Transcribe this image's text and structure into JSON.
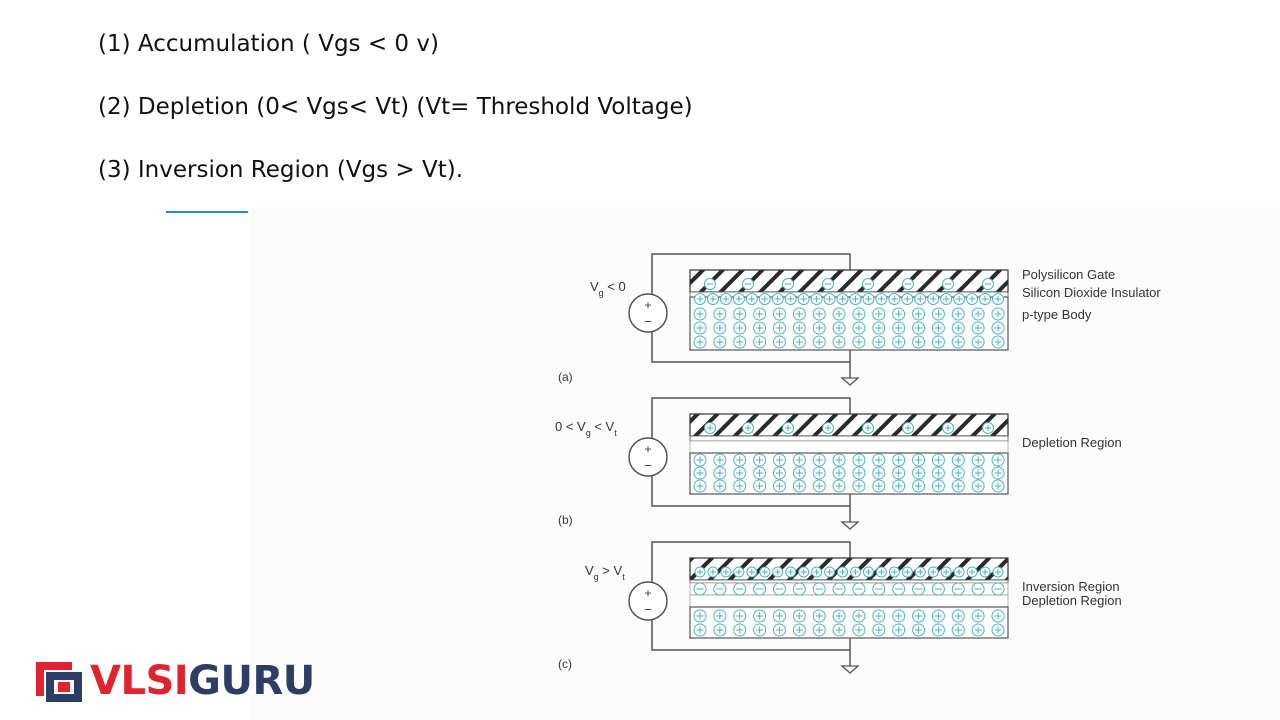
{
  "bullets": [
    "(1) Accumulation ( Vgs < 0 v)",
    "(2) Depletion (0< Vgs< Vt) (Vt= Threshold Voltage)",
    "(3) Inversion Region (Vgs > Vt)."
  ],
  "diagram": {
    "panels": [
      {
        "id": "a",
        "panel_label": "(a)",
        "voltage_label": {
          "pre": "V",
          "sub": "g",
          "post": " < 0",
          "pre2": "",
          "sub2": ""
        },
        "gate_charges": "negative",
        "insulator_charges": "positive",
        "layer_labels": [
          "Polysilicon Gate",
          "Silicon Dioxide Insulator",
          "p-type Body"
        ]
      },
      {
        "id": "b",
        "panel_label": "(b)",
        "voltage_label": {
          "pre": "0 < V",
          "sub": "g",
          "post": " < V",
          "sub2": "t"
        },
        "gate_charges": "positive",
        "insulator_charges": "none",
        "layer_labels": [
          "Depletion Region"
        ]
      },
      {
        "id": "c",
        "panel_label": "(c)",
        "voltage_label": {
          "pre": "V",
          "sub": "g",
          "post": " > V",
          "sub2": "t"
        },
        "gate_charges": "positive",
        "insulator_charges": "negative",
        "layer_labels": [
          "Inversion Region",
          "Depletion Region"
        ]
      }
    ],
    "source_symbols": {
      "plus": "+",
      "minus": "−"
    }
  },
  "logo": {
    "part1": "VLSI",
    "part2": "GURU"
  },
  "colors": {
    "charge": "#4fb3c4",
    "frame": "#555555",
    "logo_red": "#e0232e",
    "logo_navy": "#2c3e63",
    "underline": "#2e8ad8"
  }
}
